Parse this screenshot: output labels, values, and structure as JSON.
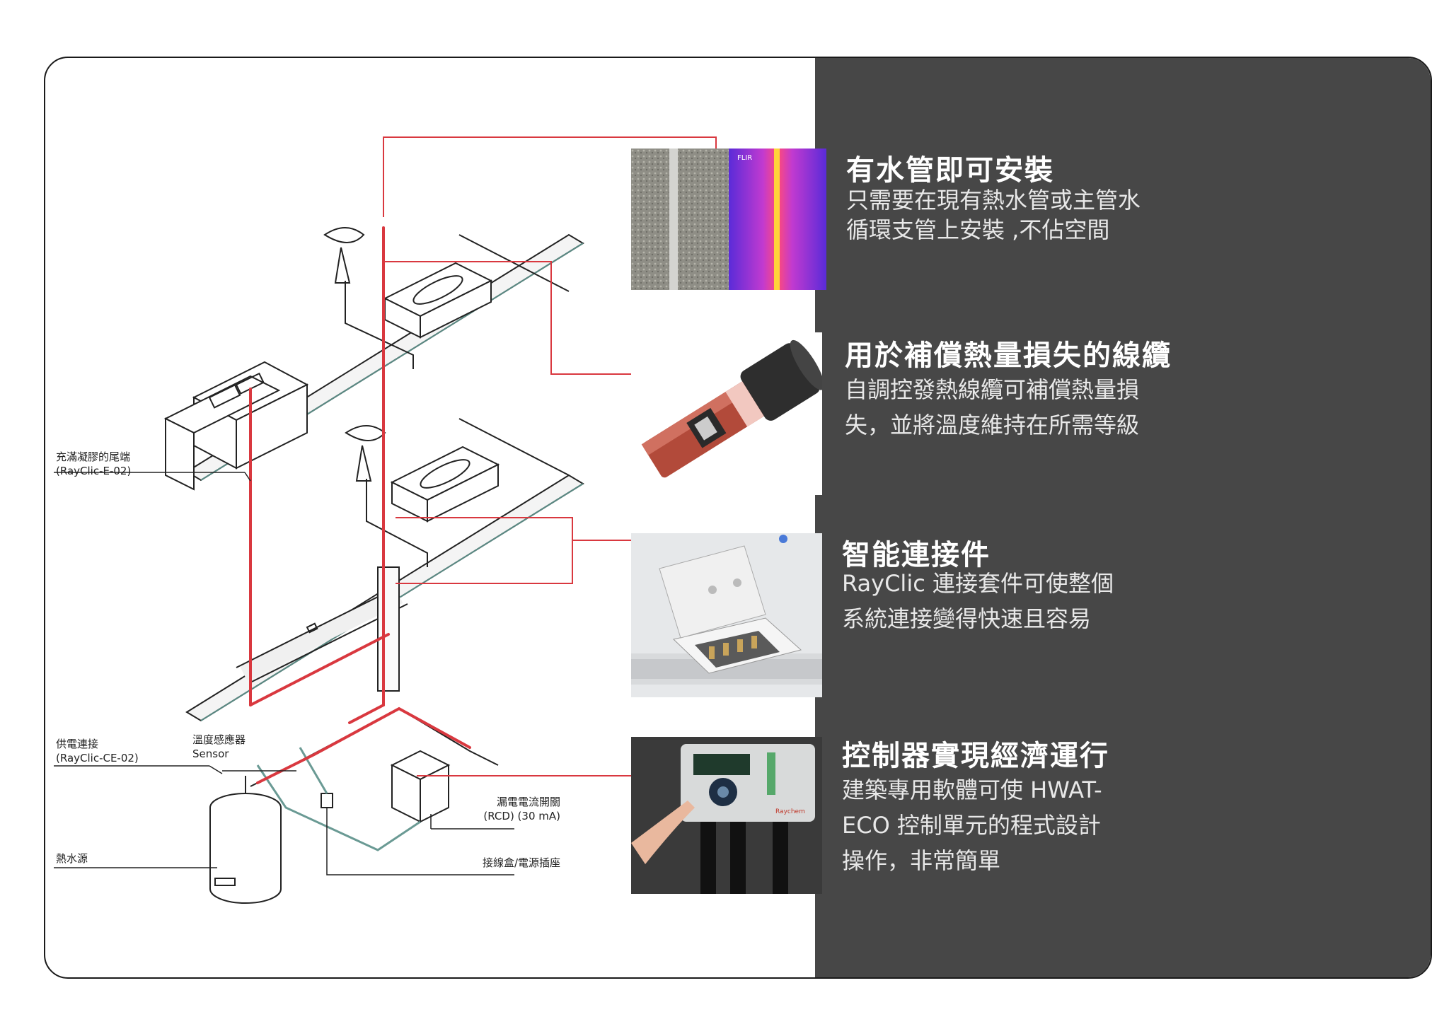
{
  "features": [
    {
      "title": "有水管即可安裝",
      "desc_lines": [
        "只需要在現有熱水管或主管水",
        "循環支管上安裝 ,不佔空間"
      ]
    },
    {
      "title": "用於補償熱量損失的線纜",
      "desc_lines": [
        "自調控發熱線纜可補償熱量損",
        "失，並將溫度維持在所需等級"
      ]
    },
    {
      "title": "智能連接件",
      "desc_lines": [
        "RayClic 連接套件可使整個",
        "系統連接變得快速且容易"
      ]
    },
    {
      "title": "控制器實現經濟運行",
      "desc_lines": [
        "建築專用軟體可使 HWAT-",
        "ECO 控制單元的程式設計",
        "操作，非常簡單"
      ]
    }
  ],
  "photo_text": {
    "thermal_brand": "FLIR",
    "controller_brand": "Raychem"
  },
  "diagram_labels": {
    "end_seal": {
      "line1": "充滿凝膠的尾端",
      "line2": "(RayClic-E-02)"
    },
    "power_connection": {
      "line1": "供電連接",
      "line2": "(RayClic-CE-02)"
    },
    "sensor": {
      "line1": "溫度感應器",
      "line2": "Sensor"
    },
    "water_heater": {
      "line1": "熱水源"
    },
    "rcd": {
      "line1": "漏電電流開關",
      "line2": "(RCD) (30 mA)"
    },
    "junction_box": {
      "line1": "接線盒/電源插座"
    }
  },
  "colors": {
    "panel_bg": "#474747",
    "accent_red": "#d9383f",
    "frame": "#1a1a1a"
  }
}
